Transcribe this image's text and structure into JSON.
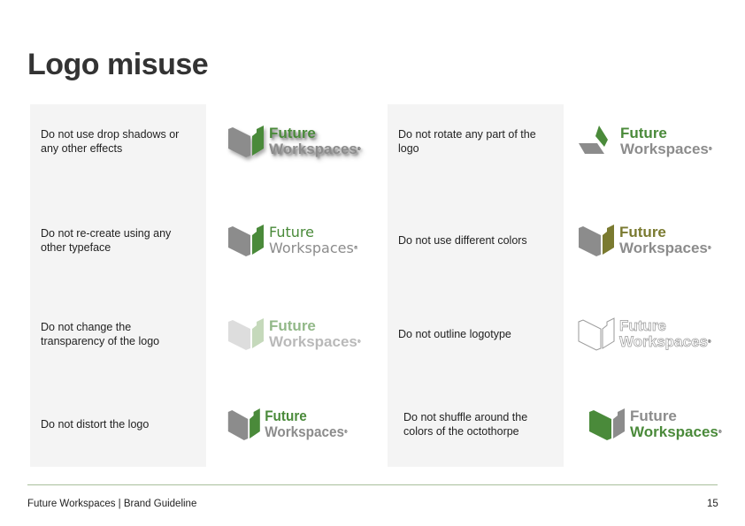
{
  "title": "Logo misuse",
  "logo": {
    "line1": "Future",
    "line2": "Workspaces",
    "reg": "®"
  },
  "rules": [
    "Do not use drop shadows or any other effects",
    "Do not re-create using any other typeface",
    "Do not change the transparency of the logo",
    "Do not distort the logo",
    "Do not rotate any part of the logo",
    "Do not use different colors",
    "Do not outline logotype",
    "Do not shuffle around the colors of the octothorpe"
  ],
  "colors": {
    "green": "#4a8a3a",
    "gray": "#8c8c8c",
    "olive": "#7a7a30"
  },
  "footer": {
    "text": "Future Workspaces | Brand Guideline",
    "page": "15"
  }
}
